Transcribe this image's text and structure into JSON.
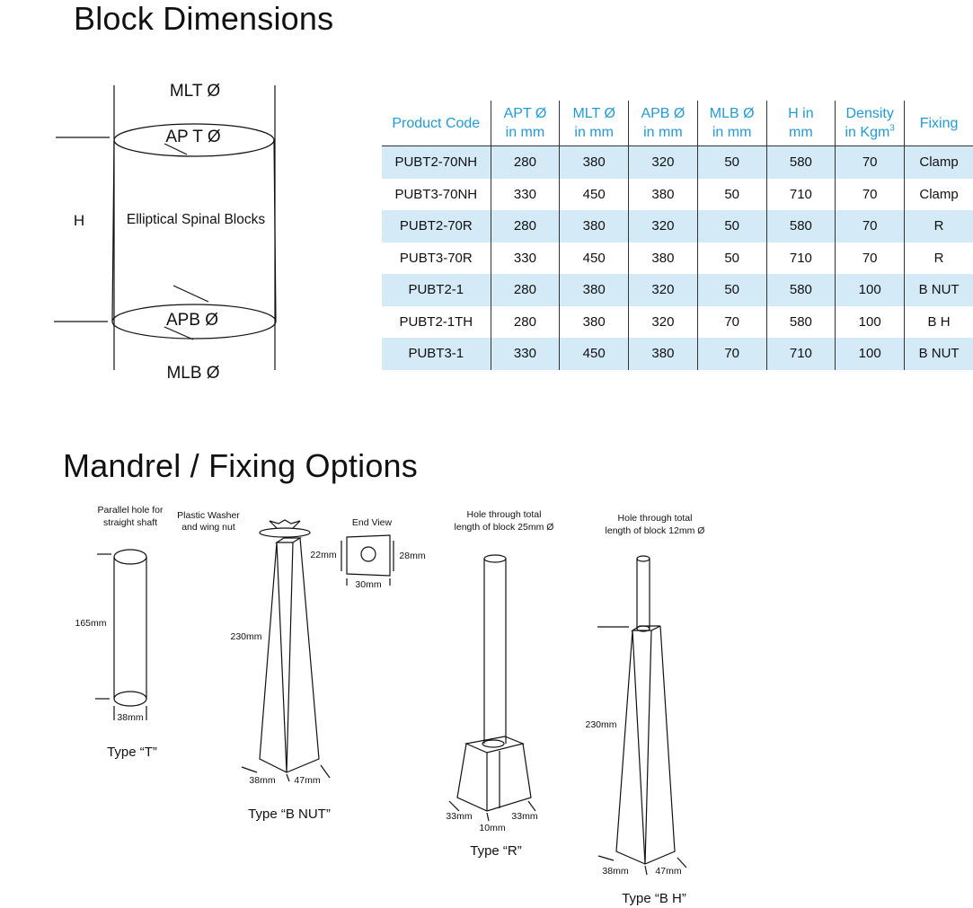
{
  "section1": {
    "title": "Block Dimensions",
    "diagram": {
      "label_top_outer": "MLT Ø",
      "label_top_inner": "AP T Ø",
      "label_height": "H",
      "label_center": "Elliptical Spinal Blocks",
      "label_bottom_inner": "APB Ø",
      "label_bottom_outer": "MLB Ø"
    }
  },
  "table": {
    "headers": [
      [
        "Product Code",
        ""
      ],
      [
        "APT Ø",
        "in mm"
      ],
      [
        "MLT Ø",
        "in mm"
      ],
      [
        "APB Ø",
        "in mm"
      ],
      [
        "MLB Ø",
        "in mm"
      ],
      [
        "H in",
        "mm"
      ],
      [
        "Density",
        "in Kgm"
      ],
      [
        "Fixing",
        ""
      ]
    ],
    "density_superscript": "3",
    "rows": [
      [
        "PUBT2-70NH",
        "280",
        "380",
        "320",
        "50",
        "580",
        "70",
        "Clamp"
      ],
      [
        "PUBT3-70NH",
        "330",
        "450",
        "380",
        "50",
        "710",
        "70",
        "Clamp"
      ],
      [
        "PUBT2-70R",
        "280",
        "380",
        "320",
        "50",
        "580",
        "70",
        "R"
      ],
      [
        "PUBT3-70R",
        "330",
        "450",
        "380",
        "50",
        "710",
        "70",
        "R"
      ],
      [
        "PUBT2-1",
        "280",
        "380",
        "320",
        "50",
        "580",
        "100",
        "B NUT"
      ],
      [
        "PUBT2-1TH",
        "280",
        "380",
        "320",
        "70",
        "580",
        "100",
        "B H"
      ],
      [
        "PUBT3-1",
        "330",
        "450",
        "380",
        "70",
        "710",
        "100",
        "B NUT"
      ]
    ]
  },
  "section2": {
    "title": "Mandrel / Fixing Options",
    "type_t": {
      "note_line1": "Parallel hole for",
      "note_line2": "straight shaft",
      "height": "165mm",
      "diameter": "38mm",
      "caption": "Type “T”"
    },
    "type_bnut": {
      "washer_line1": "Plastic Washer",
      "washer_line2": "and wing nut",
      "end_view": "End View",
      "end_left": "22mm",
      "end_right": "28mm",
      "end_bottom": "30mm",
      "height": "230mm",
      "base_left": "38mm",
      "base_right": "47mm",
      "caption": "Type “B NUT”"
    },
    "type_r": {
      "note_line1": "Hole through total",
      "note_line2": "length of block 25mm Ø",
      "base_left": "33mm",
      "base_right": "33mm",
      "base_front": "10mm",
      "caption": "Type “R”"
    },
    "type_bh": {
      "note_line1": "Hole through total",
      "note_line2": "length of block 12mm Ø",
      "height": "230mm",
      "base_left": "38mm",
      "base_right": "47mm",
      "caption": "Type “B H”"
    }
  }
}
